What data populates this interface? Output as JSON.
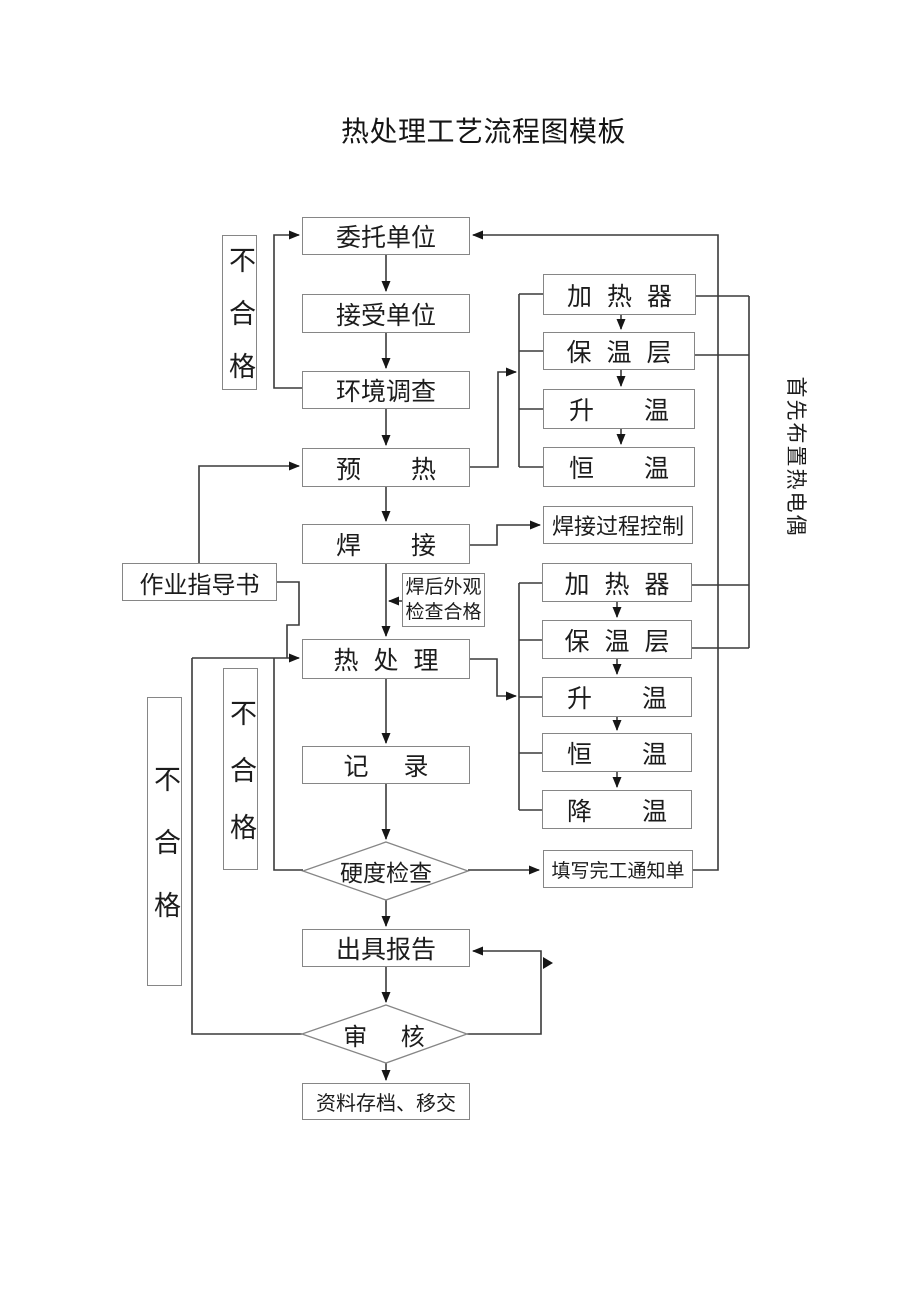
{
  "page": {
    "title": "热处理工艺流程图模板"
  },
  "colors": {
    "background": "#ffffff",
    "box_border": "#868686",
    "connector": "#3a3a3a",
    "arrowhead": "#161616",
    "text": "#1c1c1c"
  },
  "main_flow": {
    "entrust_unit": "委托单位",
    "accept_unit": "接受单位",
    "environment_survey": "环境调查",
    "preheat": "预热",
    "welding": "焊接",
    "heat_treatment": "热处理",
    "record": "记录",
    "hardness_check": "硬度检查",
    "issue_report": "出具报告",
    "review": "审核",
    "archive_transfer": "资料存档、移交"
  },
  "annotations": {
    "unqualified": "不合格",
    "work_instruction": "作业指导书",
    "post_weld_inspection_line1": "焊后外观",
    "post_weld_inspection_line2": "检查合格",
    "weld_process_control": "焊接过程控制",
    "completion_notice": "填写完工通知单",
    "thermocouple_note": "首先布置热电偶"
  },
  "preheat_group": {
    "heater": "加热器",
    "insulation": "保温层",
    "temp_rise": "升温",
    "temp_hold": "恒温"
  },
  "treatment_group": {
    "heater": "加热器",
    "insulation": "保温层",
    "temp_rise": "升温",
    "temp_hold": "恒温",
    "temp_drop": "降温"
  }
}
